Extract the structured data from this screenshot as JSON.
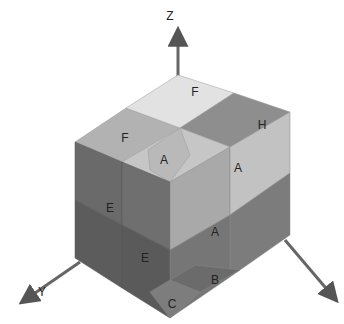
{
  "diagram": {
    "labels": [
      "Z",
      "Y",
      "F",
      "F",
      "H",
      "A",
      "E",
      "A",
      "A",
      "E",
      "B",
      "C"
    ]
  }
}
